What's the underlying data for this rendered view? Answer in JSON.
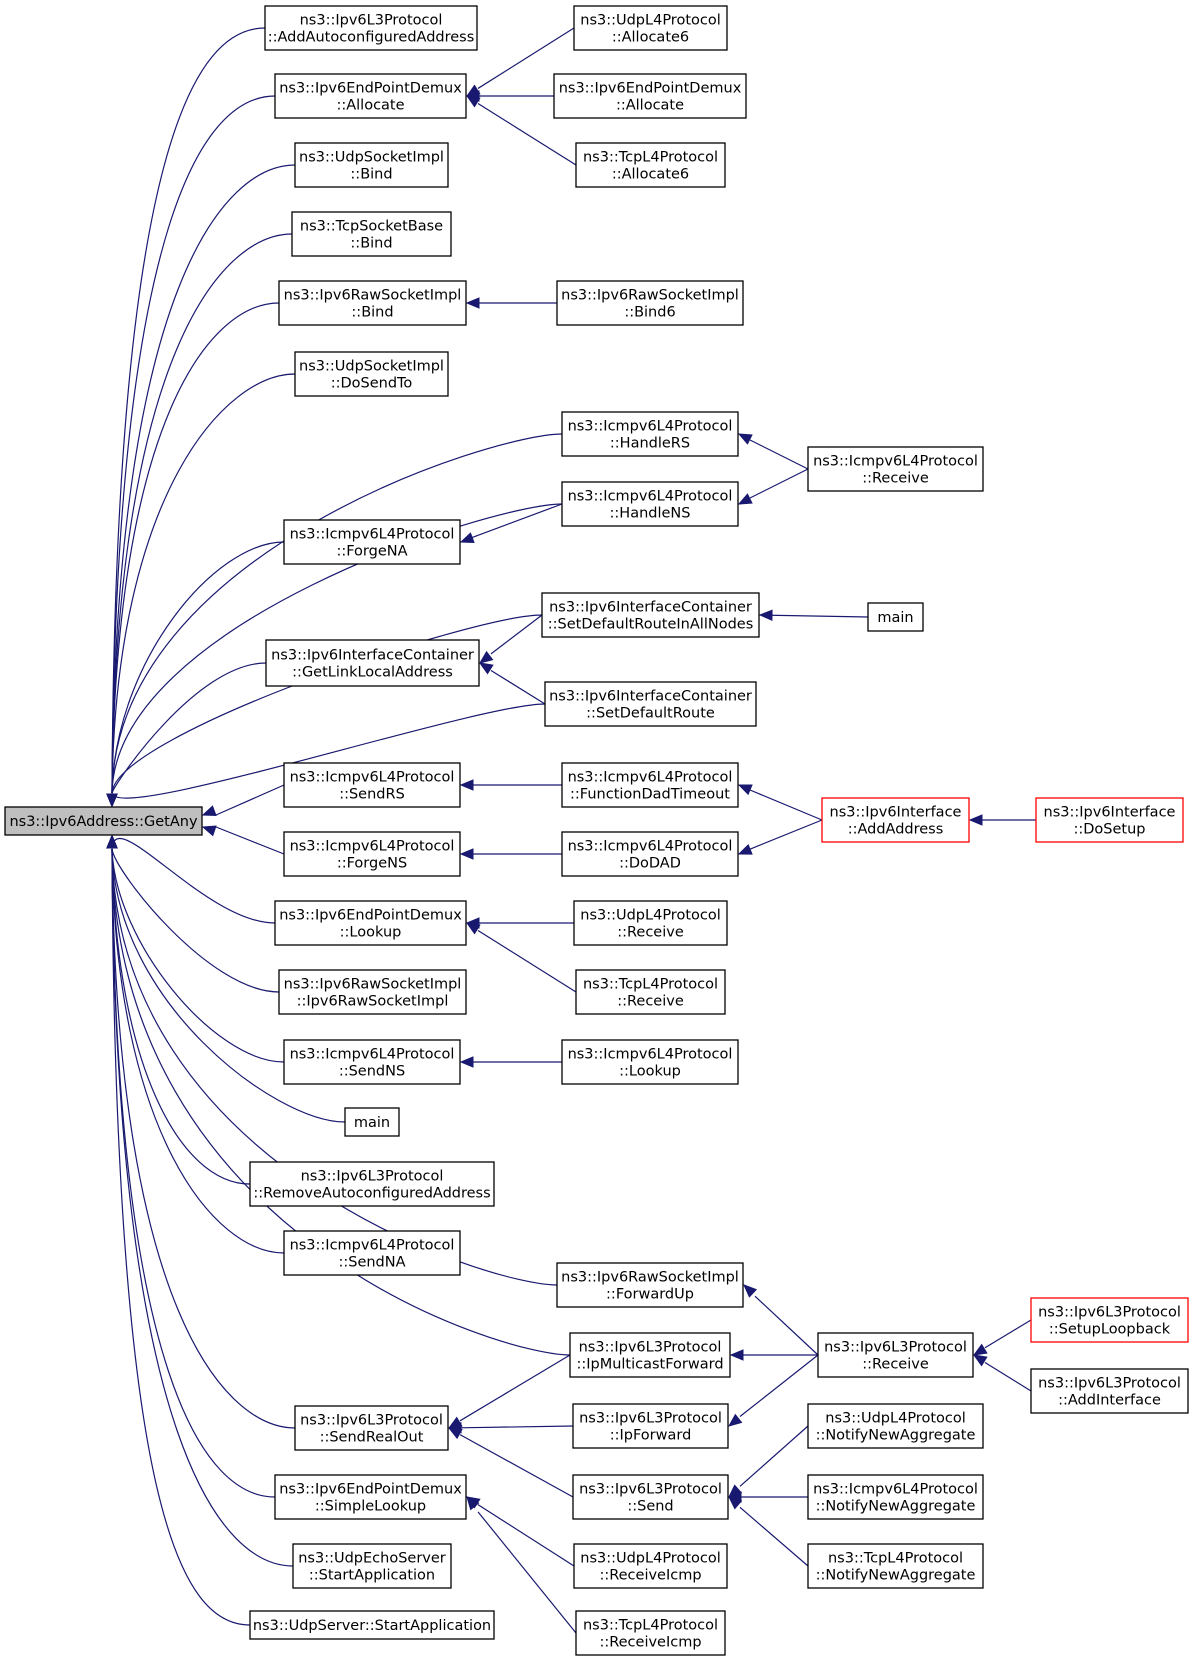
{
  "graph": {
    "edge_color": "#191970",
    "highlight_color": "#ff0000",
    "root_fill": "#bfbfbf",
    "nodes": [
      {
        "id": "root",
        "lines": [
          "ns3::Ipv6Address::GetAny"
        ],
        "root": true
      },
      {
        "id": "a1",
        "lines": [
          "ns3::Ipv6L3Protocol",
          "::AddAutoconfiguredAddress"
        ]
      },
      {
        "id": "a2",
        "lines": [
          "ns3::Ipv6EndPointDemux",
          "::Allocate"
        ]
      },
      {
        "id": "a3",
        "lines": [
          "ns3::UdpSocketImpl",
          "::Bind"
        ]
      },
      {
        "id": "a4",
        "lines": [
          "ns3::TcpSocketBase",
          "::Bind"
        ]
      },
      {
        "id": "a5",
        "lines": [
          "ns3::Ipv6RawSocketImpl",
          "::Bind"
        ]
      },
      {
        "id": "a6",
        "lines": [
          "ns3::UdpSocketImpl",
          "::DoSendTo"
        ]
      },
      {
        "id": "a7",
        "lines": [
          "ns3::Icmpv6L4Protocol",
          "::ForgeNA"
        ]
      },
      {
        "id": "a8",
        "lines": [
          "ns3::Ipv6InterfaceContainer",
          "::GetLinkLocalAddress"
        ]
      },
      {
        "id": "a9",
        "lines": [
          "ns3::Icmpv6L4Protocol",
          "::SendRS"
        ]
      },
      {
        "id": "a10",
        "lines": [
          "ns3::Icmpv6L4Protocol",
          "::ForgeNS"
        ]
      },
      {
        "id": "a11",
        "lines": [
          "ns3::Ipv6EndPointDemux",
          "::Lookup"
        ]
      },
      {
        "id": "a12",
        "lines": [
          "ns3::Ipv6RawSocketImpl",
          "::Ipv6RawSocketImpl"
        ]
      },
      {
        "id": "a13",
        "lines": [
          "ns3::Icmpv6L4Protocol",
          "::SendNS"
        ]
      },
      {
        "id": "a14",
        "lines": [
          "main"
        ]
      },
      {
        "id": "a15",
        "lines": [
          "ns3::Ipv6L3Protocol",
          "::RemoveAutoconfiguredAddress"
        ]
      },
      {
        "id": "a16",
        "lines": [
          "ns3::Icmpv6L4Protocol",
          "::SendNA"
        ]
      },
      {
        "id": "a17",
        "lines": [
          "ns3::Ipv6L3Protocol",
          "::SendRealOut"
        ]
      },
      {
        "id": "a18",
        "lines": [
          "ns3::Ipv6EndPointDemux",
          "::SimpleLookup"
        ]
      },
      {
        "id": "a19",
        "lines": [
          "ns3::UdpEchoServer",
          "::StartApplication"
        ]
      },
      {
        "id": "a20",
        "lines": [
          "ns3::UdpServer::StartApplication"
        ]
      },
      {
        "id": "b1",
        "lines": [
          "ns3::UdpL4Protocol",
          "::Allocate6"
        ]
      },
      {
        "id": "b2",
        "lines": [
          "ns3::Ipv6EndPointDemux",
          "::Allocate"
        ]
      },
      {
        "id": "b3",
        "lines": [
          "ns3::TcpL4Protocol",
          "::Allocate6"
        ]
      },
      {
        "id": "b4",
        "lines": [
          "ns3::Ipv6RawSocketImpl",
          "::Bind6"
        ]
      },
      {
        "id": "b5",
        "lines": [
          "ns3::Icmpv6L4Protocol",
          "::HandleRS"
        ]
      },
      {
        "id": "b6",
        "lines": [
          "ns3::Icmpv6L4Protocol",
          "::HandleNS"
        ]
      },
      {
        "id": "b7",
        "lines": [
          "ns3::Ipv6InterfaceContainer",
          "::SetDefaultRouteInAllNodes"
        ]
      },
      {
        "id": "b8",
        "lines": [
          "ns3::Ipv6InterfaceContainer",
          "::SetDefaultRoute"
        ]
      },
      {
        "id": "b9",
        "lines": [
          "ns3::Icmpv6L4Protocol",
          "::FunctionDadTimeout"
        ]
      },
      {
        "id": "b10",
        "lines": [
          "ns3::Icmpv6L4Protocol",
          "::DoDAD"
        ]
      },
      {
        "id": "b11",
        "lines": [
          "ns3::UdpL4Protocol",
          "::Receive"
        ]
      },
      {
        "id": "b12",
        "lines": [
          "ns3::TcpL4Protocol",
          "::Receive"
        ]
      },
      {
        "id": "b13",
        "lines": [
          "ns3::Icmpv6L4Protocol",
          "::Lookup"
        ]
      },
      {
        "id": "b14",
        "lines": [
          "ns3::Ipv6RawSocketImpl",
          "::ForwardUp"
        ]
      },
      {
        "id": "b15",
        "lines": [
          "ns3::Ipv6L3Protocol",
          "::IpMulticastForward"
        ]
      },
      {
        "id": "b16",
        "lines": [
          "ns3::Ipv6L3Protocol",
          "::IpForward"
        ]
      },
      {
        "id": "b17",
        "lines": [
          "ns3::Ipv6L3Protocol",
          "::Send"
        ]
      },
      {
        "id": "b18",
        "lines": [
          "ns3::UdpL4Protocol",
          "::ReceiveIcmp"
        ]
      },
      {
        "id": "b19",
        "lines": [
          "ns3::TcpL4Protocol",
          "::ReceiveIcmp"
        ]
      },
      {
        "id": "c1",
        "lines": [
          "ns3::Icmpv6L4Protocol",
          "::Receive"
        ]
      },
      {
        "id": "c2",
        "lines": [
          "main"
        ]
      },
      {
        "id": "c3",
        "lines": [
          "ns3::Ipv6Interface",
          "::AddAddress"
        ],
        "red": true
      },
      {
        "id": "c4",
        "lines": [
          "ns3::Ipv6L3Protocol",
          "::Receive"
        ]
      },
      {
        "id": "c5",
        "lines": [
          "ns3::UdpL4Protocol",
          "::NotifyNewAggregate"
        ]
      },
      {
        "id": "c6",
        "lines": [
          "ns3::Icmpv6L4Protocol",
          "::NotifyNewAggregate"
        ]
      },
      {
        "id": "c7",
        "lines": [
          "ns3::TcpL4Protocol",
          "::NotifyNewAggregate"
        ]
      },
      {
        "id": "d1",
        "lines": [
          "ns3::Ipv6Interface",
          "::DoSetup"
        ],
        "red": true
      },
      {
        "id": "d2",
        "lines": [
          "ns3::Ipv6L3Protocol",
          "::SetupLoopback"
        ],
        "red": true
      },
      {
        "id": "d3",
        "lines": [
          "ns3::Ipv6L3Protocol",
          "::AddInterface"
        ]
      }
    ],
    "edges": [
      [
        "a1",
        "root"
      ],
      [
        "a2",
        "root"
      ],
      [
        "a3",
        "root"
      ],
      [
        "a4",
        "root"
      ],
      [
        "a5",
        "root"
      ],
      [
        "a6",
        "root"
      ],
      [
        "b5",
        "root"
      ],
      [
        "b6",
        "root"
      ],
      [
        "a7",
        "root"
      ],
      [
        "b7",
        "root"
      ],
      [
        "a8",
        "root"
      ],
      [
        "b8",
        "root"
      ],
      [
        "a9",
        "root"
      ],
      [
        "a10",
        "root"
      ],
      [
        "a11",
        "root"
      ],
      [
        "a12",
        "root"
      ],
      [
        "a13",
        "root"
      ],
      [
        "a14",
        "root"
      ],
      [
        "a15",
        "root"
      ],
      [
        "a16",
        "root"
      ],
      [
        "b14",
        "root"
      ],
      [
        "b15",
        "root"
      ],
      [
        "a17",
        "root"
      ],
      [
        "a18",
        "root"
      ],
      [
        "a19",
        "root"
      ],
      [
        "a20",
        "root"
      ],
      [
        "b1",
        "a2"
      ],
      [
        "b2",
        "a2"
      ],
      [
        "b3",
        "a2"
      ],
      [
        "b4",
        "a5"
      ],
      [
        "b6",
        "a7"
      ],
      [
        "c1",
        "b5"
      ],
      [
        "c1",
        "b6"
      ],
      [
        "b7",
        "a8"
      ],
      [
        "b8",
        "a8"
      ],
      [
        "c2",
        "b7"
      ],
      [
        "b9",
        "a9"
      ],
      [
        "b10",
        "a10"
      ],
      [
        "c3",
        "b9"
      ],
      [
        "c3",
        "b10"
      ],
      [
        "d1",
        "c3"
      ],
      [
        "b11",
        "a11"
      ],
      [
        "b12",
        "a11"
      ],
      [
        "b13",
        "a13"
      ],
      [
        "c4",
        "b14"
      ],
      [
        "c4",
        "b15"
      ],
      [
        "c4",
        "b16"
      ],
      [
        "d2",
        "c4"
      ],
      [
        "d3",
        "c4"
      ],
      [
        "b15",
        "a17"
      ],
      [
        "b16",
        "a17"
      ],
      [
        "b17",
        "a17"
      ],
      [
        "c5",
        "b17"
      ],
      [
        "c6",
        "b17"
      ],
      [
        "c7",
        "b17"
      ],
      [
        "b18",
        "a18"
      ],
      [
        "b19",
        "a18"
      ]
    ]
  }
}
